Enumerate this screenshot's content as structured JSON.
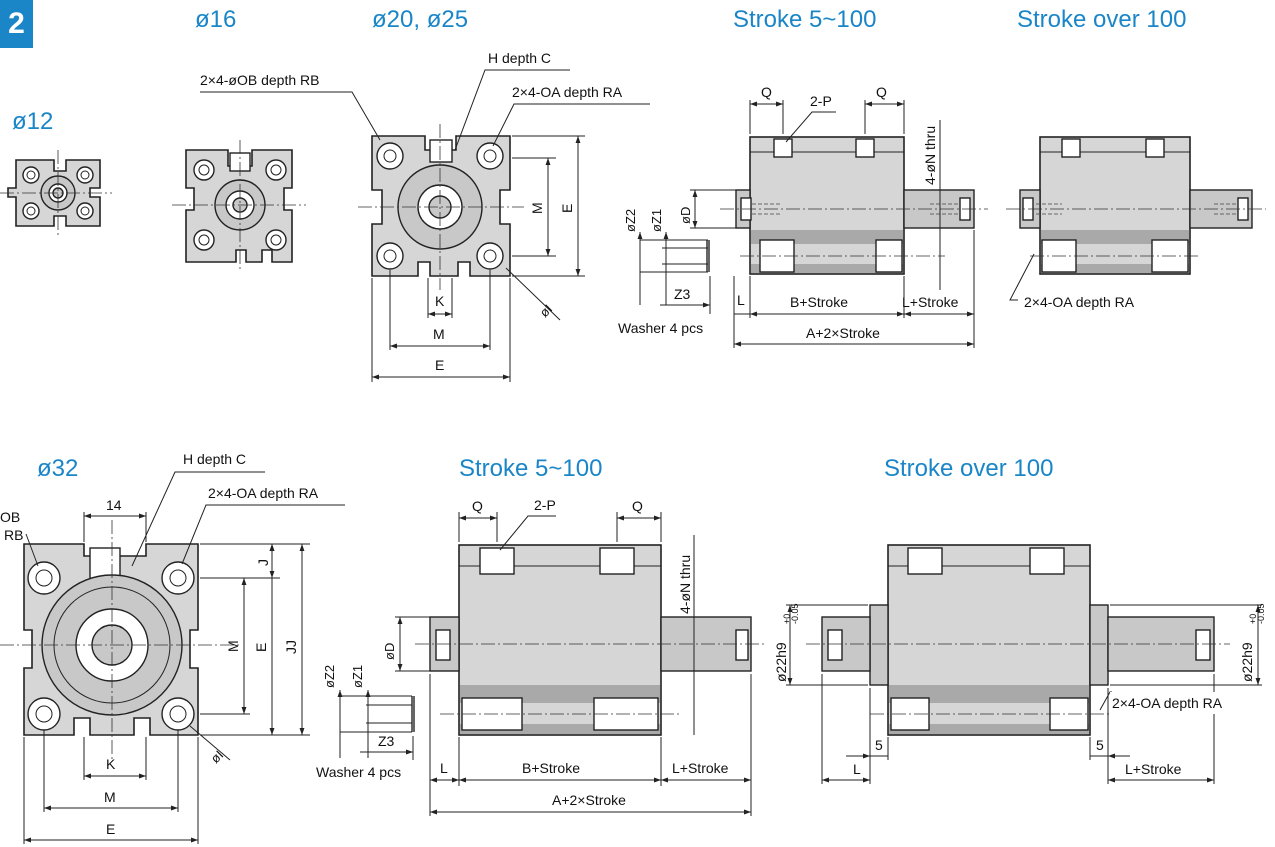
{
  "section_number": "2",
  "headers": {
    "d12": "ø12",
    "d16": "ø16",
    "d20_25": "ø20, ø25",
    "stroke_short_top": "Stroke 5~100",
    "stroke_long_top": "Stroke over 100",
    "d32": "ø32",
    "stroke_short_bottom": "Stroke 5~100",
    "stroke_long_bottom": "Stroke over 100"
  },
  "labels_top": {
    "ob_depth": "2×4-øOB depth RB",
    "h_depth": "H depth C",
    "oa_depth": "2×4-OA depth RA",
    "m_vert": "M",
    "e_vert": "E",
    "k": "K",
    "m": "M",
    "e": "E",
    "phi_l": "øI",
    "q_left": "Q",
    "q_right": "Q",
    "two_p": "2-P",
    "n_thru": "4-øN thru",
    "z2": "øZ2",
    "z1": "øZ1",
    "d": "øD",
    "z3": "Z3",
    "l_small": "L",
    "b_stroke": "B+Stroke",
    "l_stroke": "L+Stroke",
    "washer": "Washer 4 pcs",
    "a_stroke": "A+2×Stroke",
    "oa_depth_long": "2×4-OA depth RA"
  },
  "labels_bottom": {
    "h_depth": "H depth C",
    "fourteen": "14",
    "oa_depth": "2×4-OA depth RA",
    "ob": "OB",
    "rb": "RB",
    "j": "J",
    "m_vert": "M",
    "e_vert": "E",
    "jj": "JJ",
    "k": "K",
    "m": "M",
    "e": "E",
    "phi_l": "øI",
    "q_left": "Q",
    "q_right": "Q",
    "two_p": "2-P",
    "n_thru": "4-øN thru",
    "z2": "øZ2",
    "z1": "øZ1",
    "d": "øD",
    "z3": "Z3",
    "l_small": "L",
    "b_stroke": "B+Stroke",
    "l_stroke": "L+Stroke",
    "washer": "Washer 4 pcs",
    "a_stroke": "A+2×Stroke",
    "tol_left": "ø22h9",
    "tol_right": "ø22h9",
    "tol_upper": "+0",
    "tol_lower": "-0.05",
    "oa_depth_long": "2×4-OA depth RA",
    "five_left": "5",
    "five_right": "5",
    "l_long": "L",
    "l_stroke_long": "L+Stroke"
  },
  "colors": {
    "accent": "#1a86c8",
    "body": "#d6d6d6",
    "dark_band": "#a9a9a9"
  }
}
